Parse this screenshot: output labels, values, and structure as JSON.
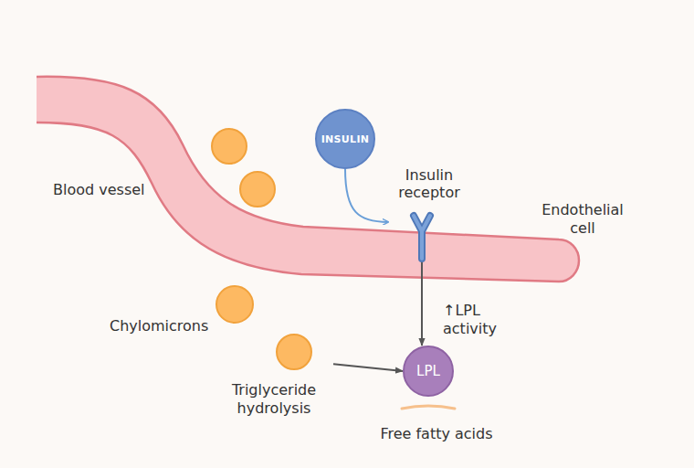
{
  "diagram": {
    "nodes": [
      {
        "text": [
          "INSULIN"
        ]
      },
      {
        "text": [
          "Insulin receptor"
        ]
      },
      {
        "text": [
          "Triglyceride hydrolysis"
        ]
      },
      {
        "text": [
          "LPL"
        ]
      }
    ],
    "edges": [
      {
        "from": 0,
        "to": 1,
        "arrow": "to"
      },
      {
        "from": 1,
        "to": 3,
        "label": "↑LPL activity",
        "arrow": "to"
      },
      {
        "from": 2,
        "to": 3,
        "arrow": "to"
      }
    ],
    "labels": [
      "Blood vessel",
      "Endothelial cell",
      "Chylomicrons",
      "Free fatty acids"
    ]
  }
}
